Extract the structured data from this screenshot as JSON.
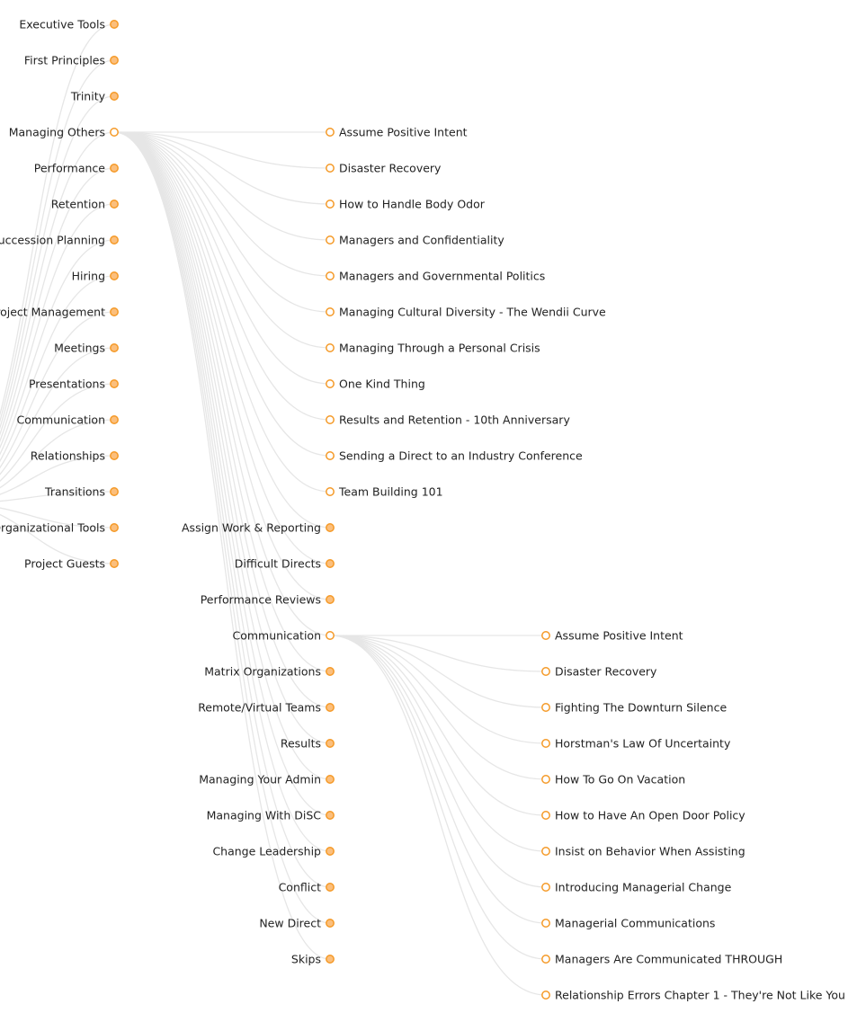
{
  "colors": {
    "node_stroke": "#f59a28",
    "collapsed_fill": "#fbbf7d",
    "expanded_fill": "#ffffff",
    "link": "#e6e6e6",
    "text": "#222222"
  },
  "tree": {
    "level1": [
      {
        "label": "Executive Tools",
        "state": "collapsed"
      },
      {
        "label": "First Principles",
        "state": "collapsed"
      },
      {
        "label": "Trinity",
        "state": "collapsed"
      },
      {
        "label": "Managing Others",
        "state": "expanded"
      },
      {
        "label": "Performance",
        "state": "collapsed"
      },
      {
        "label": "Retention",
        "state": "collapsed"
      },
      {
        "label": "Succession Planning",
        "state": "collapsed"
      },
      {
        "label": "Hiring",
        "state": "collapsed"
      },
      {
        "label": "Project Management",
        "state": "collapsed"
      },
      {
        "label": "Meetings",
        "state": "collapsed"
      },
      {
        "label": "Presentations",
        "state": "collapsed"
      },
      {
        "label": "Communication",
        "state": "collapsed"
      },
      {
        "label": "Relationships",
        "state": "collapsed"
      },
      {
        "label": "Transitions",
        "state": "collapsed"
      },
      {
        "label": "Organizational Tools",
        "state": "collapsed"
      },
      {
        "label": "Project Guests",
        "state": "collapsed"
      }
    ],
    "managing_others_children": [
      {
        "label": "Assume Positive Intent",
        "state": "leaf"
      },
      {
        "label": "Disaster Recovery",
        "state": "leaf"
      },
      {
        "label": "How to Handle Body Odor",
        "state": "leaf"
      },
      {
        "label": "Managers and Confidentiality",
        "state": "leaf"
      },
      {
        "label": "Managers and Governmental Politics",
        "state": "leaf"
      },
      {
        "label": "Managing Cultural Diversity - The Wendii Curve",
        "state": "leaf"
      },
      {
        "label": "Managing Through a Personal Crisis",
        "state": "leaf"
      },
      {
        "label": "One Kind Thing",
        "state": "leaf"
      },
      {
        "label": "Results and Retention - 10th Anniversary",
        "state": "leaf"
      },
      {
        "label": "Sending a Direct to an Industry Conference",
        "state": "leaf"
      },
      {
        "label": "Team Building 101",
        "state": "leaf"
      },
      {
        "label": "Assign Work & Reporting",
        "state": "collapsed"
      },
      {
        "label": "Difficult Directs",
        "state": "collapsed"
      },
      {
        "label": "Performance Reviews",
        "state": "collapsed"
      },
      {
        "label": "Communication",
        "state": "expanded"
      },
      {
        "label": "Matrix Organizations",
        "state": "collapsed"
      },
      {
        "label": "Remote/Virtual Teams",
        "state": "collapsed"
      },
      {
        "label": "Results",
        "state": "collapsed"
      },
      {
        "label": "Managing Your Admin",
        "state": "collapsed"
      },
      {
        "label": "Managing With DiSC",
        "state": "collapsed"
      },
      {
        "label": "Change Leadership",
        "state": "collapsed"
      },
      {
        "label": "Conflict",
        "state": "collapsed"
      },
      {
        "label": "New Direct",
        "state": "collapsed"
      },
      {
        "label": "Skips",
        "state": "collapsed"
      }
    ],
    "communication_children": [
      {
        "label": "Assume Positive Intent",
        "state": "leaf"
      },
      {
        "label": "Disaster Recovery",
        "state": "leaf"
      },
      {
        "label": "Fighting The Downturn Silence",
        "state": "leaf"
      },
      {
        "label": "Horstman's Law Of Uncertainty",
        "state": "leaf"
      },
      {
        "label": "How To Go On Vacation",
        "state": "leaf"
      },
      {
        "label": "How to Have An Open Door Policy",
        "state": "leaf"
      },
      {
        "label": "Insist on Behavior When Assisting",
        "state": "leaf"
      },
      {
        "label": "Introducing Managerial Change",
        "state": "leaf"
      },
      {
        "label": "Managerial Communications",
        "state": "leaf"
      },
      {
        "label": "Managers Are Communicated THROUGH",
        "state": "leaf"
      },
      {
        "label": "Relationship Errors Chapter 1 - They're Not Like You",
        "state": "leaf"
      }
    ]
  }
}
